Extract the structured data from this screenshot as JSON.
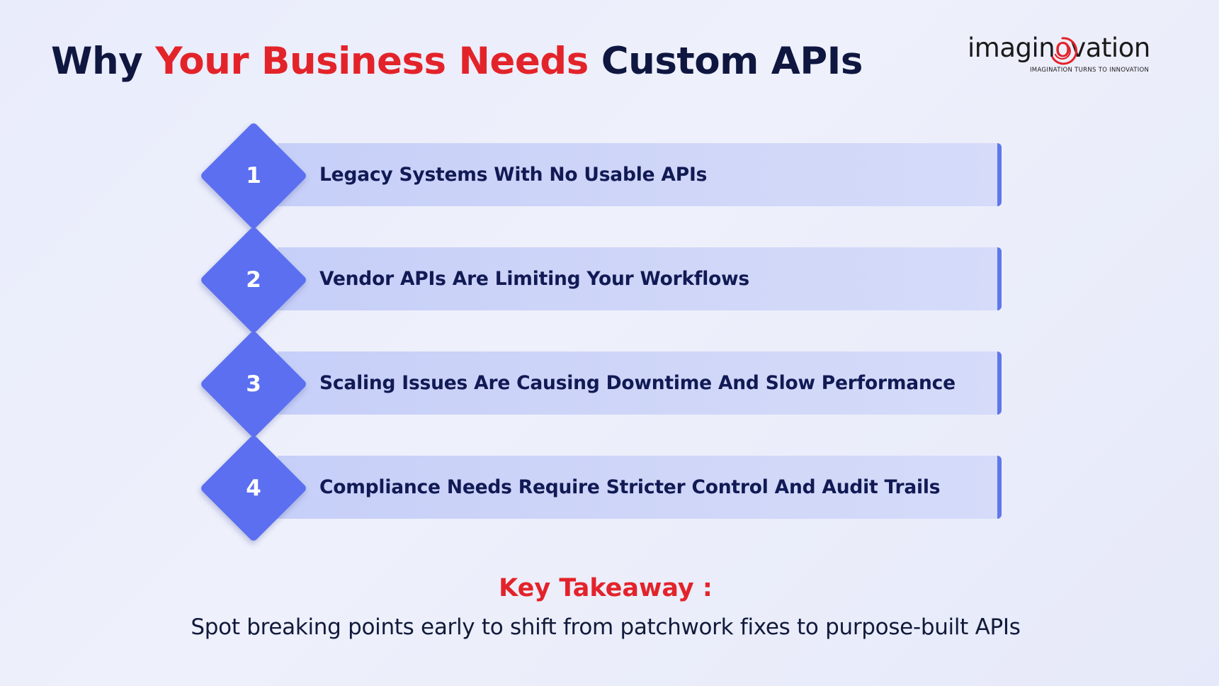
{
  "title": {
    "prefix": "Why",
    "highlight": "Your Business Needs",
    "suffix": "Custom APIs"
  },
  "logo": {
    "word_start": "imagin",
    "word_o": "o",
    "word_end": "vation",
    "tagline": "IMAGINATION TURNS TO INNOVATION"
  },
  "items": [
    {
      "number": "1",
      "label": "Legacy Systems With No Usable APIs"
    },
    {
      "number": "2",
      "label": "Vendor APIs Are Limiting Your Workflows"
    },
    {
      "number": "3",
      "label": "Scaling Issues Are Causing Downtime And Slow Performance"
    },
    {
      "number": "4",
      "label": "Compliance Needs Require Stricter Control And Audit Trails"
    }
  ],
  "takeaway": {
    "heading": "Key Takeaway :",
    "text": "Spot breaking points early to shift from patchwork fixes to purpose-built APIs"
  },
  "colors": {
    "title_dark": "#0f1740",
    "accent_red": "#e3232a",
    "diamond_blue": "#5b6ff0",
    "bar_fill": "#c6cff8",
    "bar_edge": "#5f77e8",
    "label_text": "#111a54"
  }
}
